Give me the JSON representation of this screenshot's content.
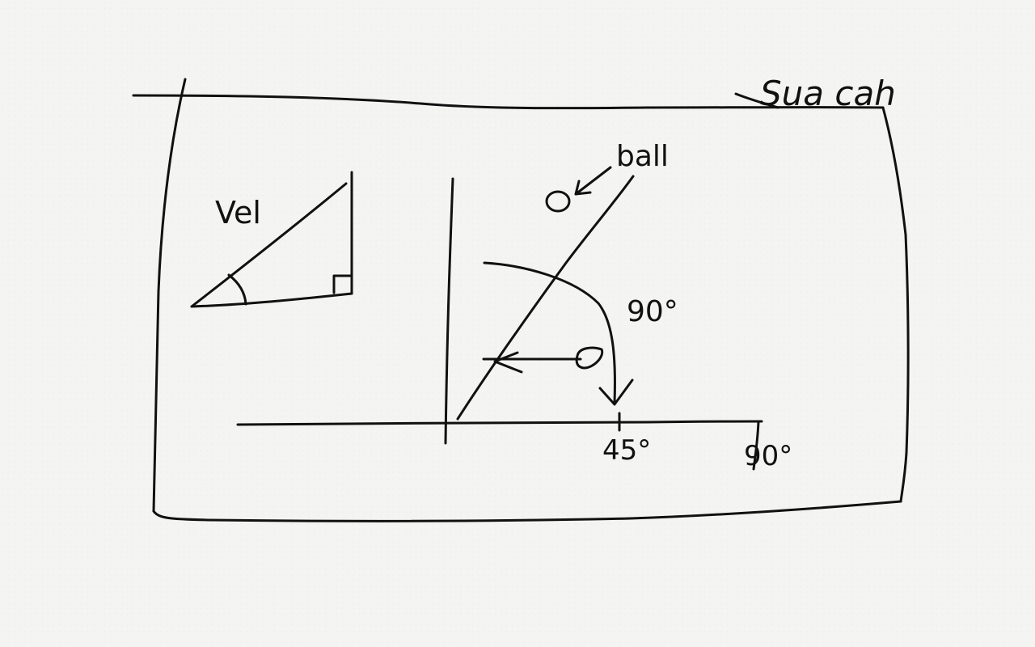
{
  "ink_color": "#111111",
  "paper_color": "#f4f4f3",
  "labels": {
    "top_right": "Sua cah",
    "triangle": "Vel",
    "ball": "ball",
    "curve_angle": "90°",
    "tick_45": "45°",
    "tick_90": "90°"
  }
}
